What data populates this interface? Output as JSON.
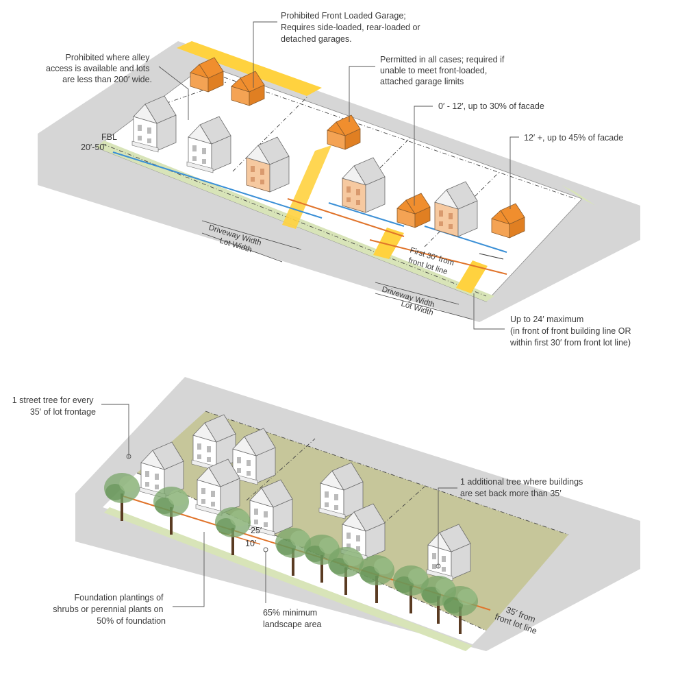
{
  "colors": {
    "blue_line": "#3a8fd6",
    "orange_line": "#e0732a",
    "garage_orange": "#f08e2e",
    "driveway_yellow": "#ffd23f",
    "lawn_green": "#c6c69a",
    "tree_green": "#7aa66a",
    "curb_green": "#d8e4b8",
    "street_gray": "#d6d6d6"
  },
  "top": {
    "alley_label": [
      "Prohibited where alley",
      "access is available and lots",
      "are less than 200′ wide."
    ],
    "garage_label": [
      "Prohibited Front Loaded Garage;",
      "Requires side-loaded, rear-loaded or",
      "detached garages."
    ],
    "permitted_label": [
      "Permitted in all cases; required if",
      "unable to meet front-loaded,",
      "attached garage limits"
    ],
    "range1_label": "0′ - 12′, up to 30% of facade",
    "range2_label": "12′ +, up to 45% of facade",
    "fbl_label": "FBL",
    "fbl_range": "20′-50′",
    "driveway_width_1": "Driveway Width",
    "lot_width_1": "Lot Width",
    "driveway_width_2": "Driveway Width",
    "lot_width_2": "Lot Width",
    "first30_label": [
      "First 30′ from",
      "front lot line"
    ],
    "max_label": [
      "Up to 24′ maximum",
      "(in front of front building line OR",
      "within first 30′ from front lot line)"
    ]
  },
  "bottom": {
    "street_tree_label": [
      "1 street tree for every",
      "35′ of lot frontage"
    ],
    "additional_tree_label": [
      "1 additional tree where buildings",
      "are set back more than 35′"
    ],
    "foundation_label": [
      "Foundation plantings of",
      "shrubs or perennial plants on",
      "50% of foundation"
    ],
    "landscape_label": [
      "65% minimum",
      "landscape area"
    ],
    "dim_25": "25′",
    "dim_10": "10′",
    "setback_label": [
      "35′ from",
      "front lot line"
    ]
  }
}
